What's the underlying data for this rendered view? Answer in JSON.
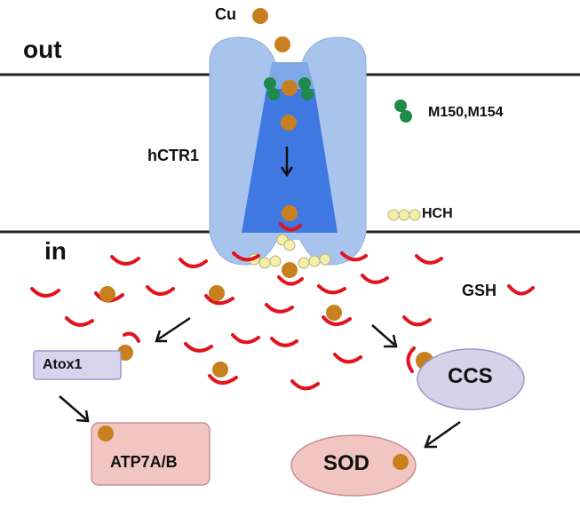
{
  "labels": {
    "out": "out",
    "in": "in",
    "cu": "Cu",
    "transporter": "hCTR1",
    "met": "M150,M154",
    "hch": "HCH",
    "gsh": "GSH",
    "atox1": "Atox1",
    "atp7": "ATP7A/B",
    "ccs": "CCS",
    "sod": "SOD"
  },
  "colors": {
    "copper": "#c8801e",
    "gsh": "#e0141e",
    "methionine": "#1e8a4a",
    "histidine": "#f3eeaa",
    "membrane": "#222222",
    "channel_outer": "#a8c4ec",
    "channel_inner": "#3a74e0",
    "atox1_fill": "#d8d4ee",
    "atp7_fill": "#f1c6c2",
    "ccs_fill": "#d6d2ea",
    "sod_fill": "#f1c6c2"
  }
}
